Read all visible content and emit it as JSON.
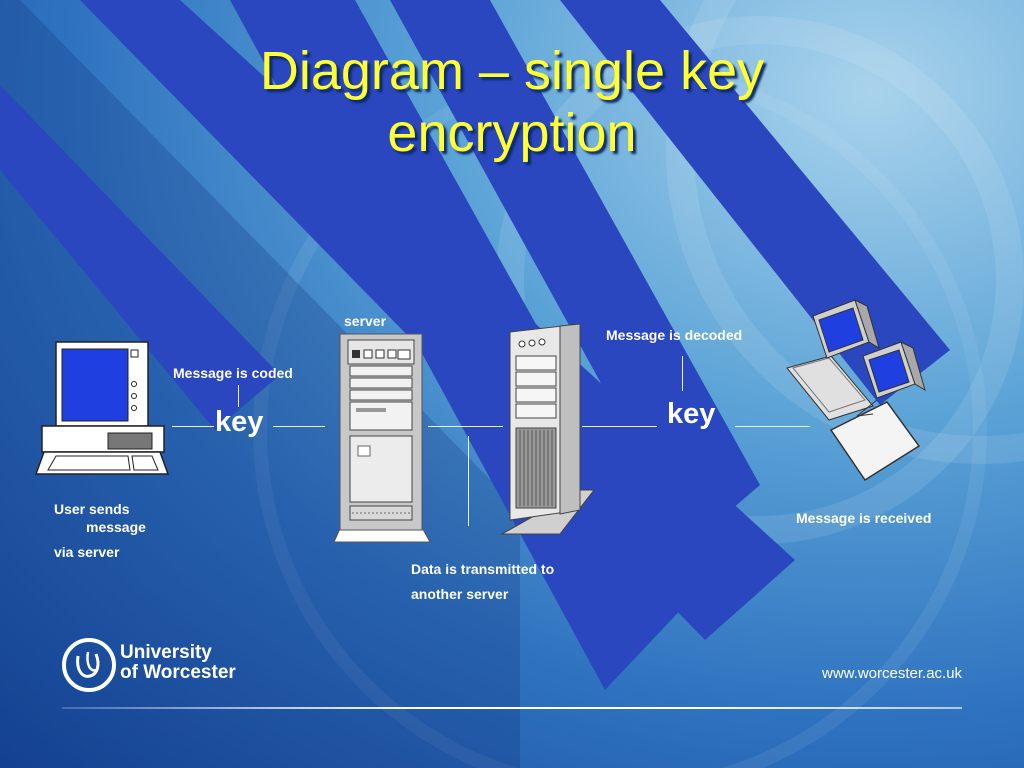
{
  "title": "Diagram – single key encryption",
  "labels": {
    "server": "server",
    "coded": "Message is coded",
    "decoded": "Message is decoded",
    "key_left": "key",
    "key_right": "key",
    "user_line1": "User sends",
    "user_line2": "message",
    "user_line3": "via server",
    "transmit_line1": "Data is transmitted to",
    "transmit_line2": "another server",
    "received": "Message is received"
  },
  "footer": {
    "logo_line1": "University",
    "logo_line2": "of Worcester",
    "url": "www.worcester.ac.uk"
  },
  "colors": {
    "title": "#ffff33",
    "stripe": "#2a47bf",
    "background_dark": "#16489a",
    "background_light": "#a9d3ec"
  },
  "icons": [
    "desktop-computer-icon",
    "server-rack-icon",
    "tower-server-icon",
    "networked-computers-icon",
    "university-logo-icon"
  ]
}
